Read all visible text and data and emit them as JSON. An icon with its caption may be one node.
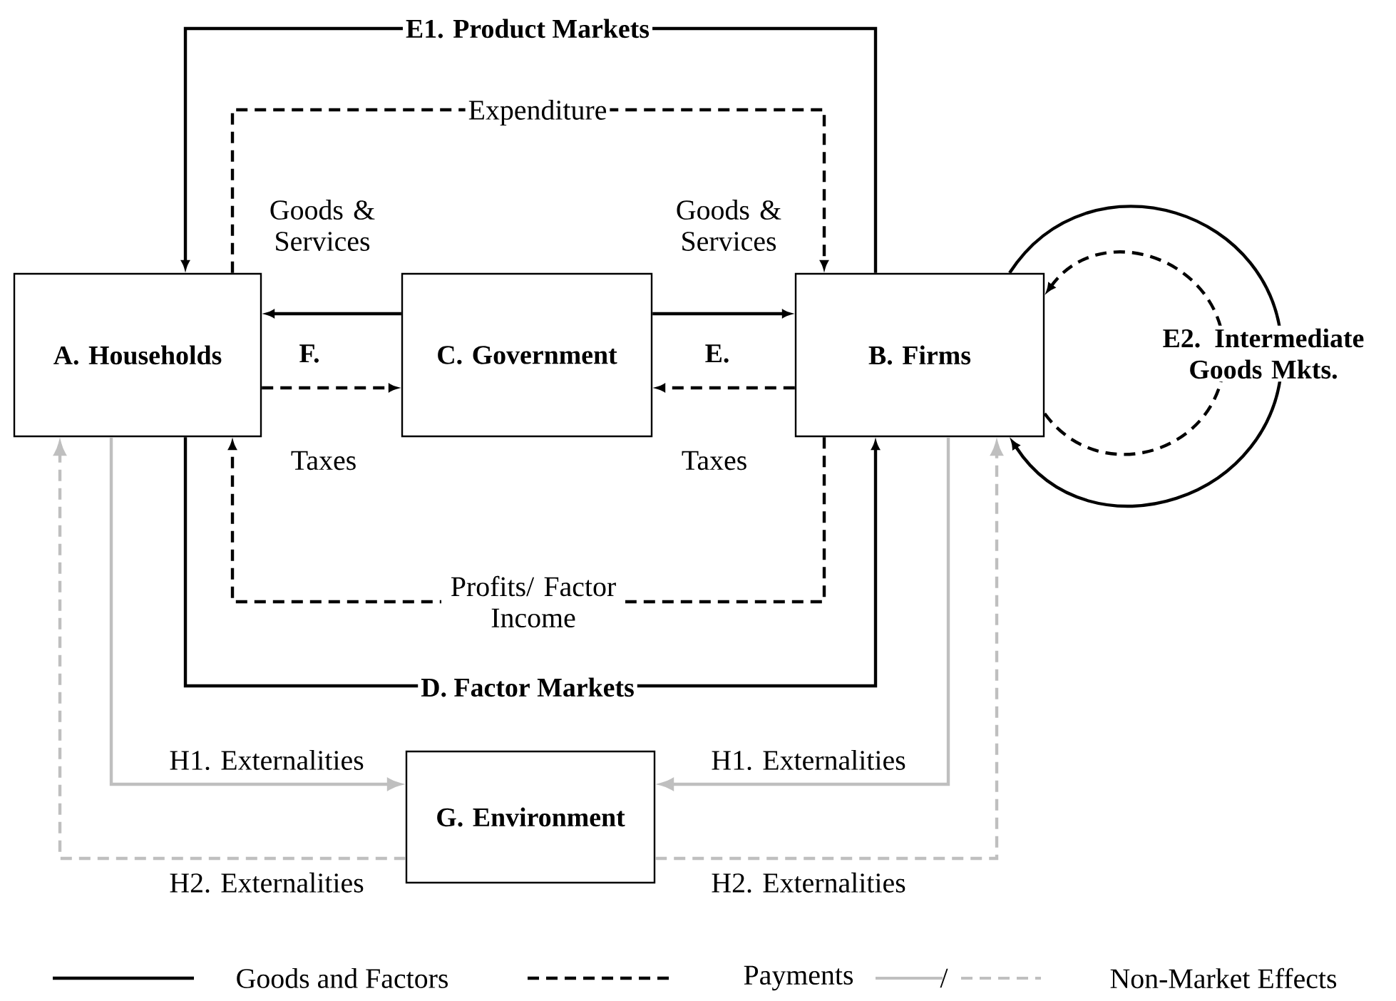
{
  "diagram": {
    "nodes": [
      {
        "text": [
          "A. Households"
        ]
      },
      {
        "text": [
          "C. Government"
        ]
      },
      {
        "text": [
          "B. Firms"
        ]
      },
      {
        "text": [
          "G. Environment"
        ]
      }
    ],
    "edges": [
      {
        "from": 2,
        "to": 0,
        "arrow": "to",
        "label": "E1. Product Markets"
      },
      {
        "from": 0,
        "to": 2,
        "arrow": "to",
        "label": "Expenditure",
        "style": "dashed"
      },
      {
        "from": 1,
        "to": 0,
        "arrow": "to",
        "label": "Goods & Services"
      },
      {
        "from": 1,
        "to": 2,
        "arrow": "to",
        "label": "Goods & Services"
      },
      {
        "from": 0,
        "to": 1,
        "arrow": "to",
        "label": "Taxes",
        "style": "dashed"
      },
      {
        "from": 2,
        "to": 1,
        "arrow": "to",
        "label": "Taxes",
        "style": "dashed"
      },
      {
        "from": 2,
        "to": 0,
        "arrow": "to",
        "label": "Profits/ Factor Income",
        "style": "dashed"
      },
      {
        "from": 0,
        "to": 2,
        "arrow": "to",
        "label": "D. Factor Markets"
      },
      {
        "from": 0,
        "to": 3,
        "arrow": "to",
        "label": "H1. Externalities",
        "color": "#bfbfbf"
      },
      {
        "from": 2,
        "to": 3,
        "arrow": "to",
        "label": "H1. Externalities",
        "color": "#bfbfbf"
      },
      {
        "from": 3,
        "to": 0,
        "arrow": "to",
        "label": "H2. Externalities",
        "style": "dashed",
        "color": "#bfbfbf"
      },
      {
        "from": 3,
        "to": 2,
        "arrow": "to",
        "label": "H2. Externalities",
        "style": "dashed",
        "color": "#bfbfbf"
      },
      {
        "from": 2,
        "to": 2,
        "arrow": "to",
        "label": "E2. Intermediate Goods Mkts."
      },
      {
        "from": 2,
        "to": 2,
        "arrow": "to",
        "style": "dashed"
      }
    ],
    "labels": [
      "F.",
      "E.",
      "/"
    ],
    "legend": [
      {
        "text": "Goods and Factors"
      },
      {
        "text": "Payments"
      },
      {
        "text": "Non-Market Effects"
      }
    ]
  }
}
